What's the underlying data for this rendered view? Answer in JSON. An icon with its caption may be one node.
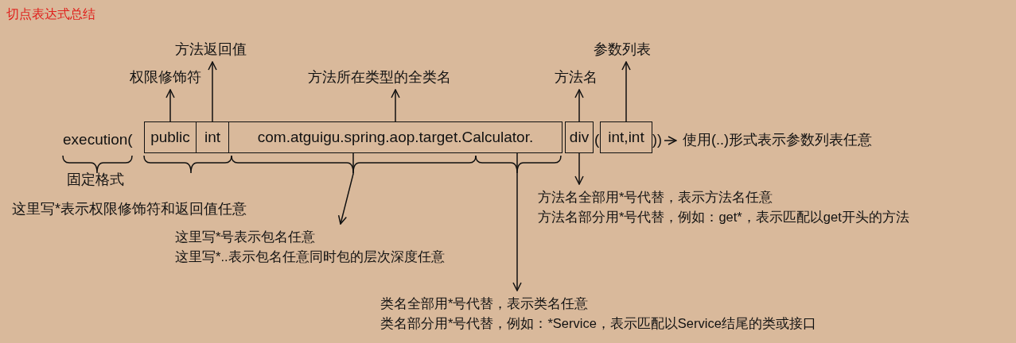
{
  "diagram": {
    "title": "切点表达式总结",
    "nodes": [
      {
        "text": [
          "方法返回值"
        ]
      },
      {
        "text": [
          "参数列表"
        ]
      },
      {
        "text": [
          "权限修饰符"
        ]
      },
      {
        "text": [
          "方法所在类型的全类名"
        ]
      },
      {
        "text": [
          "方法名"
        ]
      },
      {
        "text": [
          "public"
        ]
      },
      {
        "text": [
          "int"
        ]
      },
      {
        "text": [
          "com.atguigu.spring.aop.target.Calculator."
        ]
      },
      {
        "text": [
          "div"
        ]
      },
      {
        "text": [
          "int,int"
        ]
      },
      {
        "text": [
          "使用(..)形式表示参数列表任意"
        ]
      },
      {
        "text": [
          "方法名全部用*号代替，表示方法名任意",
          "方法名部分用*号代替，例如：get*，表示匹配以get开头的方法"
        ]
      },
      {
        "text": [
          "这里写*号表示包名任意",
          "这里写*..表示包名任意同时包的层次深度任意"
        ]
      },
      {
        "text": [
          "类名全部用*号代替，表示类名任意",
          "类名部分用*号代替，例如：*Service，表示匹配以Service结尾的类或接口"
        ]
      },
      {
        "text": [
          "))"
        ]
      }
    ],
    "edges": [
      {
        "from": 6,
        "to": 0,
        "arrow": "to"
      },
      {
        "from": 9,
        "to": 1,
        "arrow": "to"
      },
      {
        "from": 5,
        "to": 2,
        "arrow": "to"
      },
      {
        "from": 7,
        "to": 3,
        "arrow": "to"
      },
      {
        "from": 8,
        "to": 4,
        "arrow": "to"
      },
      {
        "from": 14,
        "to": 10,
        "arrow": "to"
      },
      {
        "from": 8,
        "to": 11,
        "arrow": "to"
      },
      {
        "from": 7,
        "to": 12,
        "arrow": "to"
      },
      {
        "from": 7,
        "to": 13,
        "arrow": "to"
      }
    ],
    "labels": [
      "execution(",
      "(",
      "固定格式",
      "这里写*表示权限修饰符和返回值任意"
    ]
  }
}
